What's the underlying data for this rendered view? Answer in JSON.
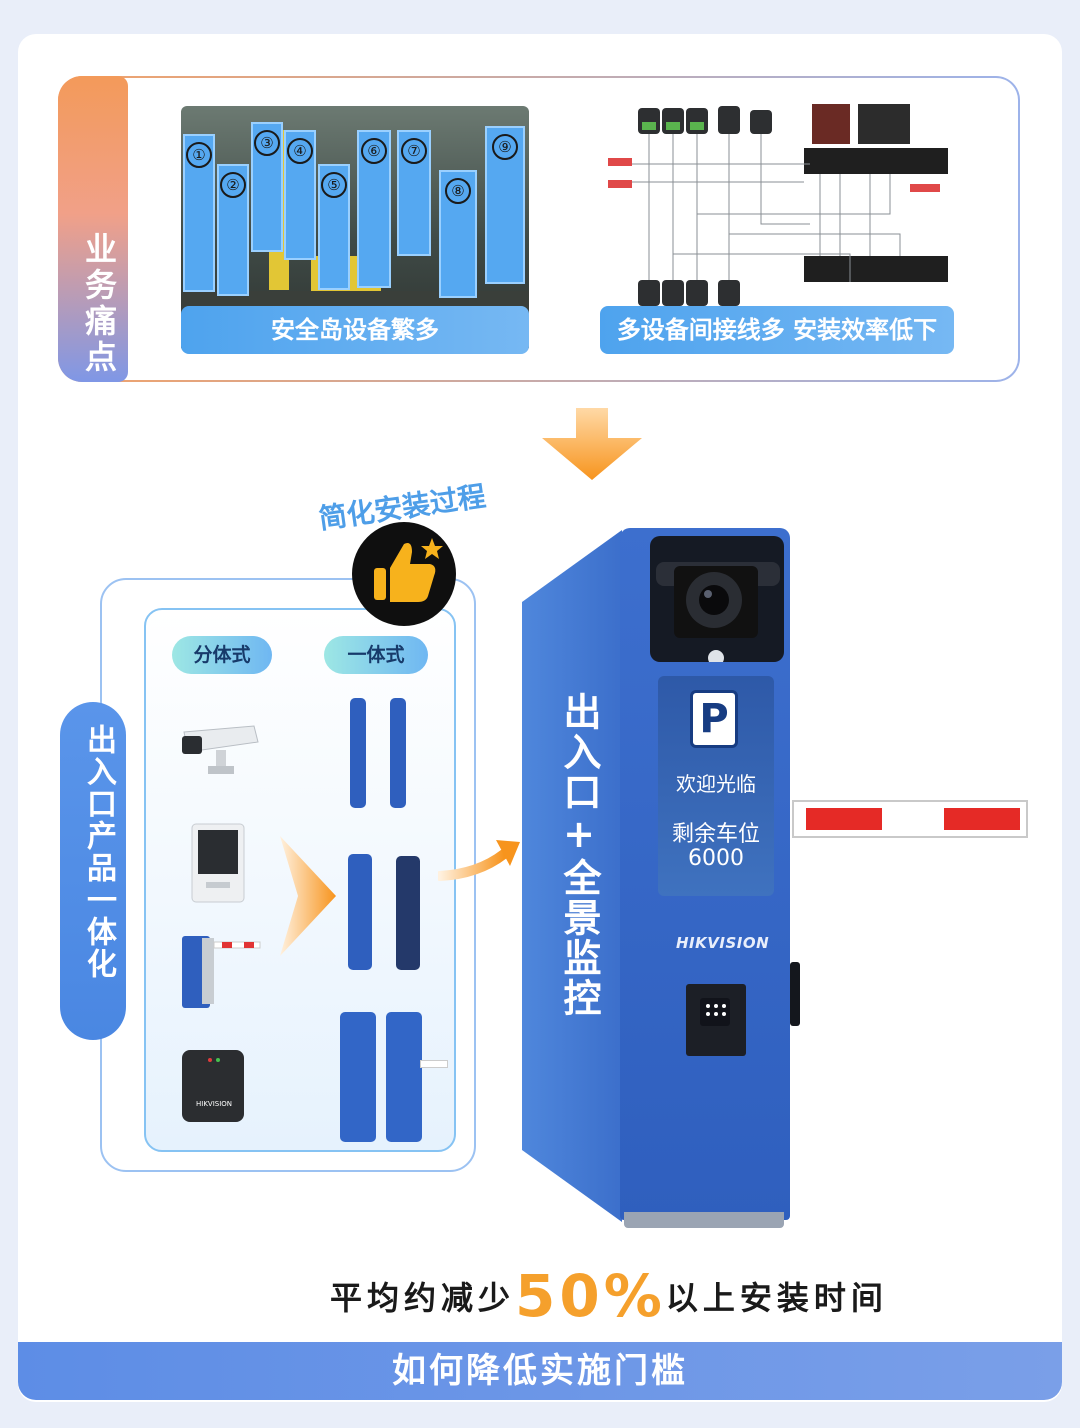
{
  "pain_points": {
    "tab_label": "业务痛点",
    "photo_caption": "安全岛设备繁多",
    "photo_numbers": [
      "①",
      "②",
      "③",
      "④",
      "⑤",
      "⑥",
      "⑦",
      "⑧",
      "⑨"
    ],
    "wiring_caption": "多设备间接线多  安装效率低下"
  },
  "middle": {
    "side_tab_label": "出入口产品一体化",
    "simplify_label": "简化安装过程",
    "split_pill": "分体式",
    "integrated_pill": "一体式",
    "terminal_vertical_text": "出入口+全景监控",
    "screen_welcome": "欢迎光临",
    "screen_spaces_label": "剩余车位",
    "screen_spaces_value": "6000",
    "screen_p_sign": "P",
    "brand": "HIKVISION",
    "device_logo": "HIKVISION"
  },
  "summary": {
    "prefix": "平均约减少",
    "highlight": "50%",
    "suffix": "以上安装时间"
  },
  "footer": {
    "title": "如何降低实施门槛"
  },
  "colors": {
    "orange": "#f39a5a",
    "blue_accent": "#4a87e2",
    "highlight_orange": "#f5a02c",
    "terminal_blue": "#2f5fbe"
  }
}
